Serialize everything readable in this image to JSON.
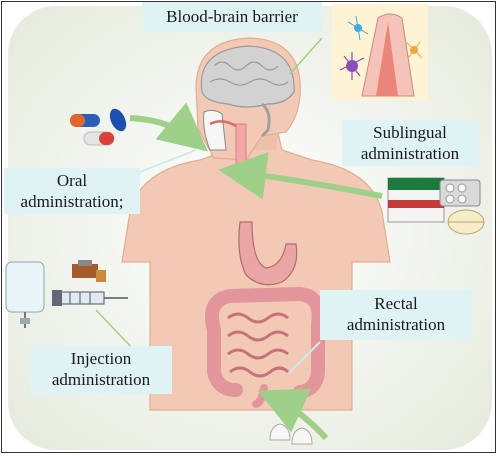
{
  "labels": {
    "bbb": "Blood-brain barrier",
    "sublingual_line1": "Sublingual",
    "sublingual_line2": "administration",
    "oral_line1": "Oral",
    "oral_line2": "administration;",
    "rectal_line1": "Rectal",
    "rectal_line2": "administration",
    "injection_line1": "Injection",
    "injection_line2": "administration"
  },
  "colors": {
    "background_panel": "#eef2ea",
    "label_box": "#dff2f4",
    "arrow": "#9ed08a",
    "skin": "#f2c9b4",
    "brain": "#cfcfcf",
    "stomach": "#e9a6a6",
    "intestine": "#e7a2a8",
    "bbb_inset": "#fff3d6"
  },
  "icons": [
    "capsule-pills-icon",
    "blister-pack-icon",
    "rectal-suppository-icon",
    "iv-bag-icon",
    "syringe-icon",
    "vial-icon"
  ]
}
